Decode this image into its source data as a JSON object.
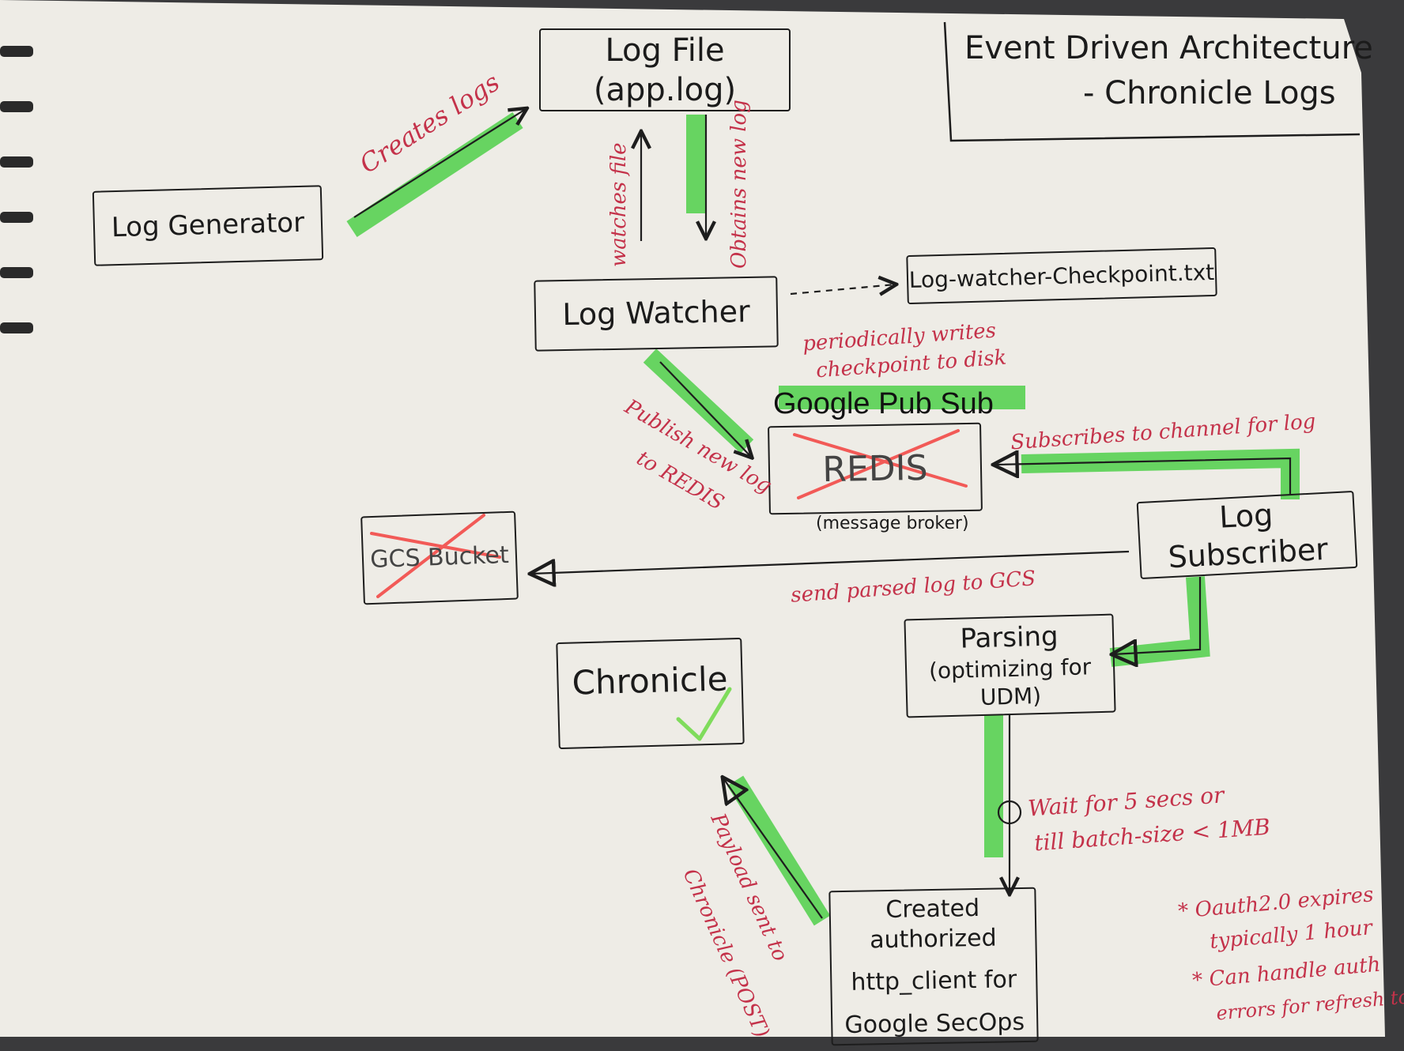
{
  "title": {
    "line1": "Event Driven Architecture",
    "line2": "- Chronicle Logs"
  },
  "nodes": {
    "log_file": "Log File (app.log)",
    "log_generator": "Log Generator",
    "log_watcher": "Log Watcher",
    "checkpoint_file": "Log-watcher-Checkpoint.txt",
    "redis": "REDIS",
    "message_broker": "(message broker)",
    "pubsub_label": "Google Pub Sub",
    "gcs_bucket": "GCS Bucket",
    "log_subscriber": "Log Subscriber",
    "parsing_line1": "Parsing",
    "parsing_line2": "(optimizing for UDM)",
    "chronicle": "Chronicle",
    "http_client_line1": "Created authorized",
    "http_client_line2": "http_client for",
    "http_client_line3": "Google SecOps"
  },
  "edges": {
    "creates_logs": "Creates logs",
    "watches_file": "watches file",
    "obtains_new_log": "Obtains new log",
    "checkpoint_line1": "periodically writes",
    "checkpoint_line2": "checkpoint to disk",
    "publish_line1": "Publish new log",
    "publish_line2": "to REDIS",
    "subscribes": "Subscribes to channel for log",
    "send_gcs": "send parsed log to GCS",
    "wait_line1": "Wait for 5 secs or",
    "wait_line2": "till batch-size < 1MB",
    "payload_line1": "Payload sent to",
    "payload_line2": "Chronicle (POST)"
  },
  "notes": {
    "note1_line1": "* Oauth2.0 expires",
    "note1_line2": "typically 1 hour",
    "note2_line1": "* Can handle auth",
    "note2_line2": "errors for refresh token"
  },
  "colors": {
    "paper": "#eeece6",
    "ink": "#1d1d1d",
    "annotation": "#c4324a",
    "highlight": "#5fd35a",
    "strike": "#f25a57",
    "check": "#7fdc5c"
  }
}
